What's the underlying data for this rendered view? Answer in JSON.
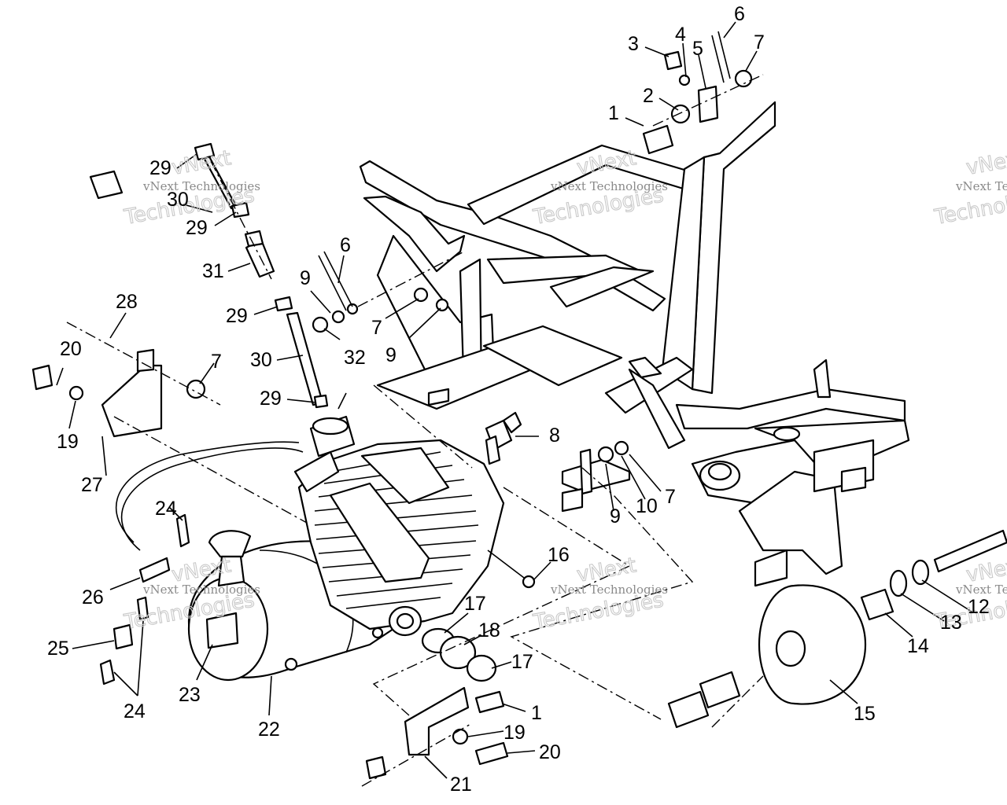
{
  "callouts": [
    {
      "n": "1"
    },
    {
      "n": "2"
    },
    {
      "n": "3"
    },
    {
      "n": "4"
    },
    {
      "n": "5"
    },
    {
      "n": "6"
    },
    {
      "n": "7"
    },
    {
      "n": "6"
    },
    {
      "n": "7"
    },
    {
      "n": "9"
    },
    {
      "n": "9"
    },
    {
      "n": "32"
    },
    {
      "n": "29"
    },
    {
      "n": "30"
    },
    {
      "n": "29"
    },
    {
      "n": "31"
    },
    {
      "n": "29"
    },
    {
      "n": "30"
    },
    {
      "n": "29"
    },
    {
      "n": "28"
    },
    {
      "n": "20"
    },
    {
      "n": "7"
    },
    {
      "n": "19"
    },
    {
      "n": "27"
    },
    {
      "n": "8"
    },
    {
      "n": "7"
    },
    {
      "n": "9"
    },
    {
      "n": "10"
    },
    {
      "n": "24"
    },
    {
      "n": "26"
    },
    {
      "n": "25"
    },
    {
      "n": "24"
    },
    {
      "n": "23"
    },
    {
      "n": "22"
    },
    {
      "n": "16"
    },
    {
      "n": "17"
    },
    {
      "n": "18"
    },
    {
      "n": "17"
    },
    {
      "n": "1"
    },
    {
      "n": "19"
    },
    {
      "n": "20"
    },
    {
      "n": "21"
    },
    {
      "n": "12"
    },
    {
      "n": "13"
    },
    {
      "n": "14"
    },
    {
      "n": "15"
    }
  ],
  "watermark": {
    "line1": "vNext Technologies",
    "line2a": "vNext",
    "line2b": "Technologies"
  }
}
